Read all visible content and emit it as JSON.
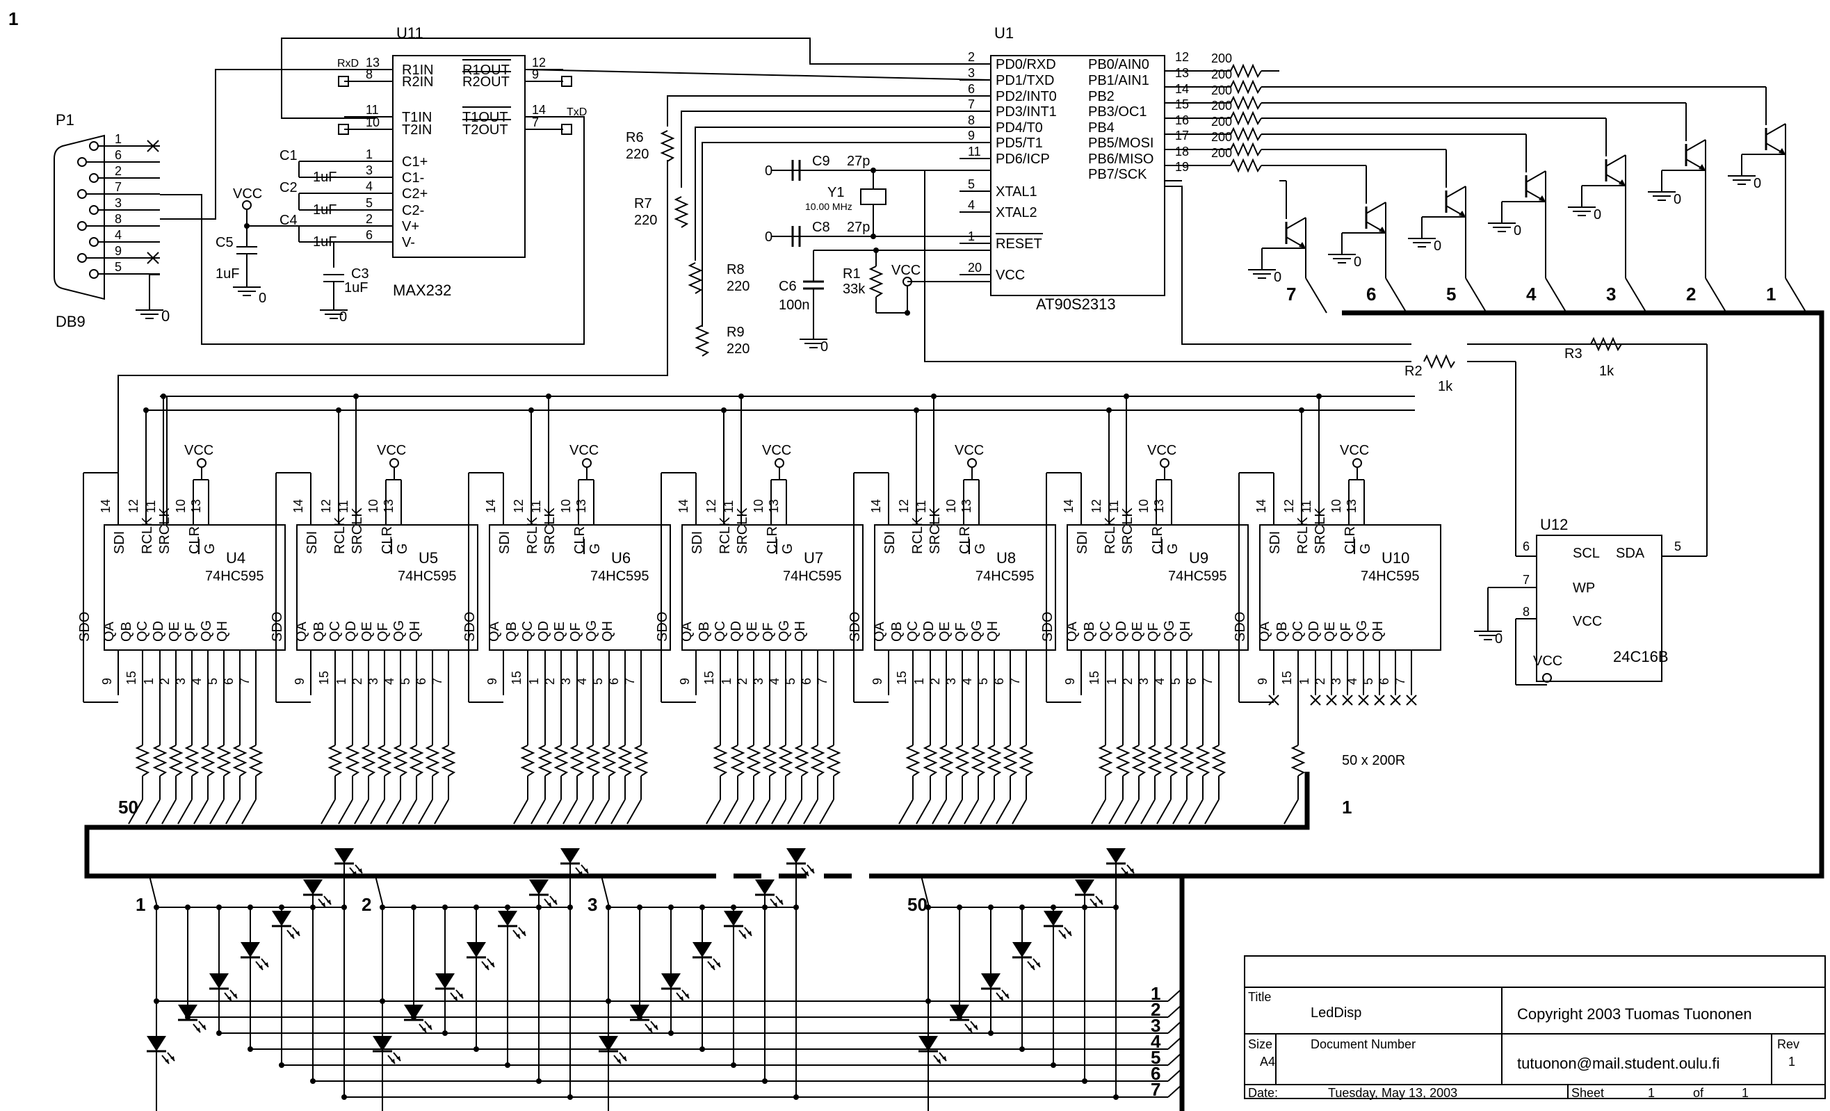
{
  "sheet_marker": "1",
  "connector": {
    "ref": "P1",
    "type": "DB9",
    "pins": [
      "1",
      "6",
      "2",
      "7",
      "3",
      "8",
      "4",
      "9",
      "5"
    ],
    "gnd": "0"
  },
  "max232": {
    "ref": "U11",
    "part": "MAX232",
    "left_pins": [
      {
        "num": "13",
        "name": "R1IN",
        "net": "RxD"
      },
      {
        "num": "8",
        "name": "R2IN",
        "net": ""
      },
      {
        "num": "11",
        "name": "T1IN",
        "net": ""
      },
      {
        "num": "10",
        "name": "T2IN",
        "net": ""
      },
      {
        "num": "1",
        "name": "C1+",
        "net": ""
      },
      {
        "num": "3",
        "name": "C1-",
        "net": ""
      },
      {
        "num": "4",
        "name": "C2+",
        "net": ""
      },
      {
        "num": "5",
        "name": "C2-",
        "net": ""
      },
      {
        "num": "2",
        "name": "V+",
        "net": ""
      },
      {
        "num": "6",
        "name": "V-",
        "net": ""
      }
    ],
    "right_pins": [
      {
        "num": "12",
        "name": "R1OUT"
      },
      {
        "num": "9",
        "name": "R2OUT"
      },
      {
        "num": "14",
        "name": "T1OUT",
        "net": "TxD"
      },
      {
        "num": "7",
        "name": "T2OUT"
      }
    ],
    "caps": [
      {
        "ref": "C1",
        "value": "1uF"
      },
      {
        "ref": "C2",
        "value": "1uF"
      },
      {
        "ref": "C4",
        "value": "1uF"
      },
      {
        "ref": "C5",
        "value": "1uF"
      },
      {
        "ref": "C3",
        "value": "1uF"
      }
    ],
    "vcc": "VCC",
    "gnd": "0"
  },
  "mcu": {
    "ref": "U1",
    "part": "AT90S2313",
    "left_pins": [
      {
        "num": "2",
        "name": "PD0/RXD"
      },
      {
        "num": "3",
        "name": "PD1/TXD"
      },
      {
        "num": "6",
        "name": "PD2/INT0"
      },
      {
        "num": "7",
        "name": "PD3/INT1"
      },
      {
        "num": "8",
        "name": "PD4/T0"
      },
      {
        "num": "9",
        "name": "PD5/T1"
      },
      {
        "num": "11",
        "name": "PD6/ICP"
      },
      {
        "num": "5",
        "name": "XTAL1"
      },
      {
        "num": "4",
        "name": "XTAL2"
      },
      {
        "num": "1",
        "name": "RESET"
      },
      {
        "num": "20",
        "name": "VCC"
      }
    ],
    "right_pins": [
      {
        "num": "12",
        "name": "PB0/AIN0",
        "res": "200"
      },
      {
        "num": "13",
        "name": "PB1/AIN1",
        "res": "200"
      },
      {
        "num": "14",
        "name": "PB2",
        "res": "200"
      },
      {
        "num": "15",
        "name": "PB3/OC1",
        "res": "200"
      },
      {
        "num": "16",
        "name": "PB4",
        "res": "200"
      },
      {
        "num": "17",
        "name": "PB5/MOSI",
        "res": "200"
      },
      {
        "num": "18",
        "name": "PB6/MISO",
        "res": "200"
      },
      {
        "num": "19",
        "name": "PB7/SCK",
        "res": ""
      }
    ]
  },
  "clock": {
    "c9": {
      "ref": "C9",
      "value": "27p"
    },
    "c8": {
      "ref": "C8",
      "value": "27p"
    },
    "xtal": {
      "ref": "Y1",
      "value": "10.00 MHz"
    },
    "gnd": "0"
  },
  "reset": {
    "r1": {
      "ref": "R1",
      "value": "33k"
    },
    "c6": {
      "ref": "C6",
      "value": "100n"
    },
    "vcc": "VCC",
    "gnd": "0"
  },
  "series_res": [
    {
      "ref": "R6",
      "value": "220"
    },
    {
      "ref": "R7",
      "value": "220"
    },
    {
      "ref": "R8",
      "value": "220"
    },
    {
      "ref": "R9",
      "value": "220"
    }
  ],
  "pullups": [
    {
      "ref": "R2",
      "value": "1k"
    },
    {
      "ref": "R3",
      "value": "1k"
    }
  ],
  "transistor_cols": [
    "7",
    "6",
    "5",
    "4",
    "3",
    "2",
    "1"
  ],
  "transistor_gnd": "0",
  "shift_regs": [
    {
      "ref": "U4",
      "part": "74HC595"
    },
    {
      "ref": "U5",
      "part": "74HC595"
    },
    {
      "ref": "U6",
      "part": "74HC595"
    },
    {
      "ref": "U7",
      "part": "74HC595"
    },
    {
      "ref": "U8",
      "part": "74HC595"
    },
    {
      "ref": "U9",
      "part": "74HC595"
    },
    {
      "ref": "U10",
      "part": "74HC595"
    }
  ],
  "sr_top_pins": [
    "14",
    "12",
    "11",
    "10",
    "13"
  ],
  "sr_top_names": [
    "SDI",
    "RCLK",
    "SRCLK",
    "CLR",
    "G"
  ],
  "sr_bottom_pins": [
    "9",
    "15",
    "1",
    "2",
    "3",
    "4",
    "5",
    "6",
    "7"
  ],
  "sr_bottom_names": [
    "SDO",
    "QA",
    "QB",
    "QC",
    "QD",
    "QE",
    "QF",
    "QG",
    "QH"
  ],
  "sr_vcc": "VCC",
  "row_res_label": "50 x 200R",
  "bus_label_left": "50",
  "bus_label_right": "1",
  "led_groups": [
    "1",
    "2",
    "3",
    "50"
  ],
  "row_labels": [
    "1",
    "2",
    "3",
    "4",
    "5",
    "6",
    "7"
  ],
  "eeprom": {
    "ref": "U12",
    "part": "24C16B",
    "pins": [
      {
        "num": "6",
        "name": "SCL"
      },
      {
        "num": "7",
        "name": "WP"
      },
      {
        "num": "8",
        "name": "VCC"
      },
      {
        "num": "5",
        "name": "SDA"
      }
    ],
    "vcc": "VCC",
    "gnd": "0"
  },
  "title_block": {
    "title_label": "Title",
    "title": "LedDisp",
    "copyright": "Copyright 2003 Tuomas Tuononen",
    "size_label": "Size",
    "size": "A4",
    "docnum_label": "Document Number",
    "email": "tutuonon@mail.student.oulu.fi",
    "rev_label": "Rev",
    "rev": "1",
    "date_label": "Date:",
    "date": "Tuesday, May 13, 2003",
    "sheet_label": "Sheet",
    "sheet": "1",
    "of_label": "of",
    "of": "1"
  }
}
